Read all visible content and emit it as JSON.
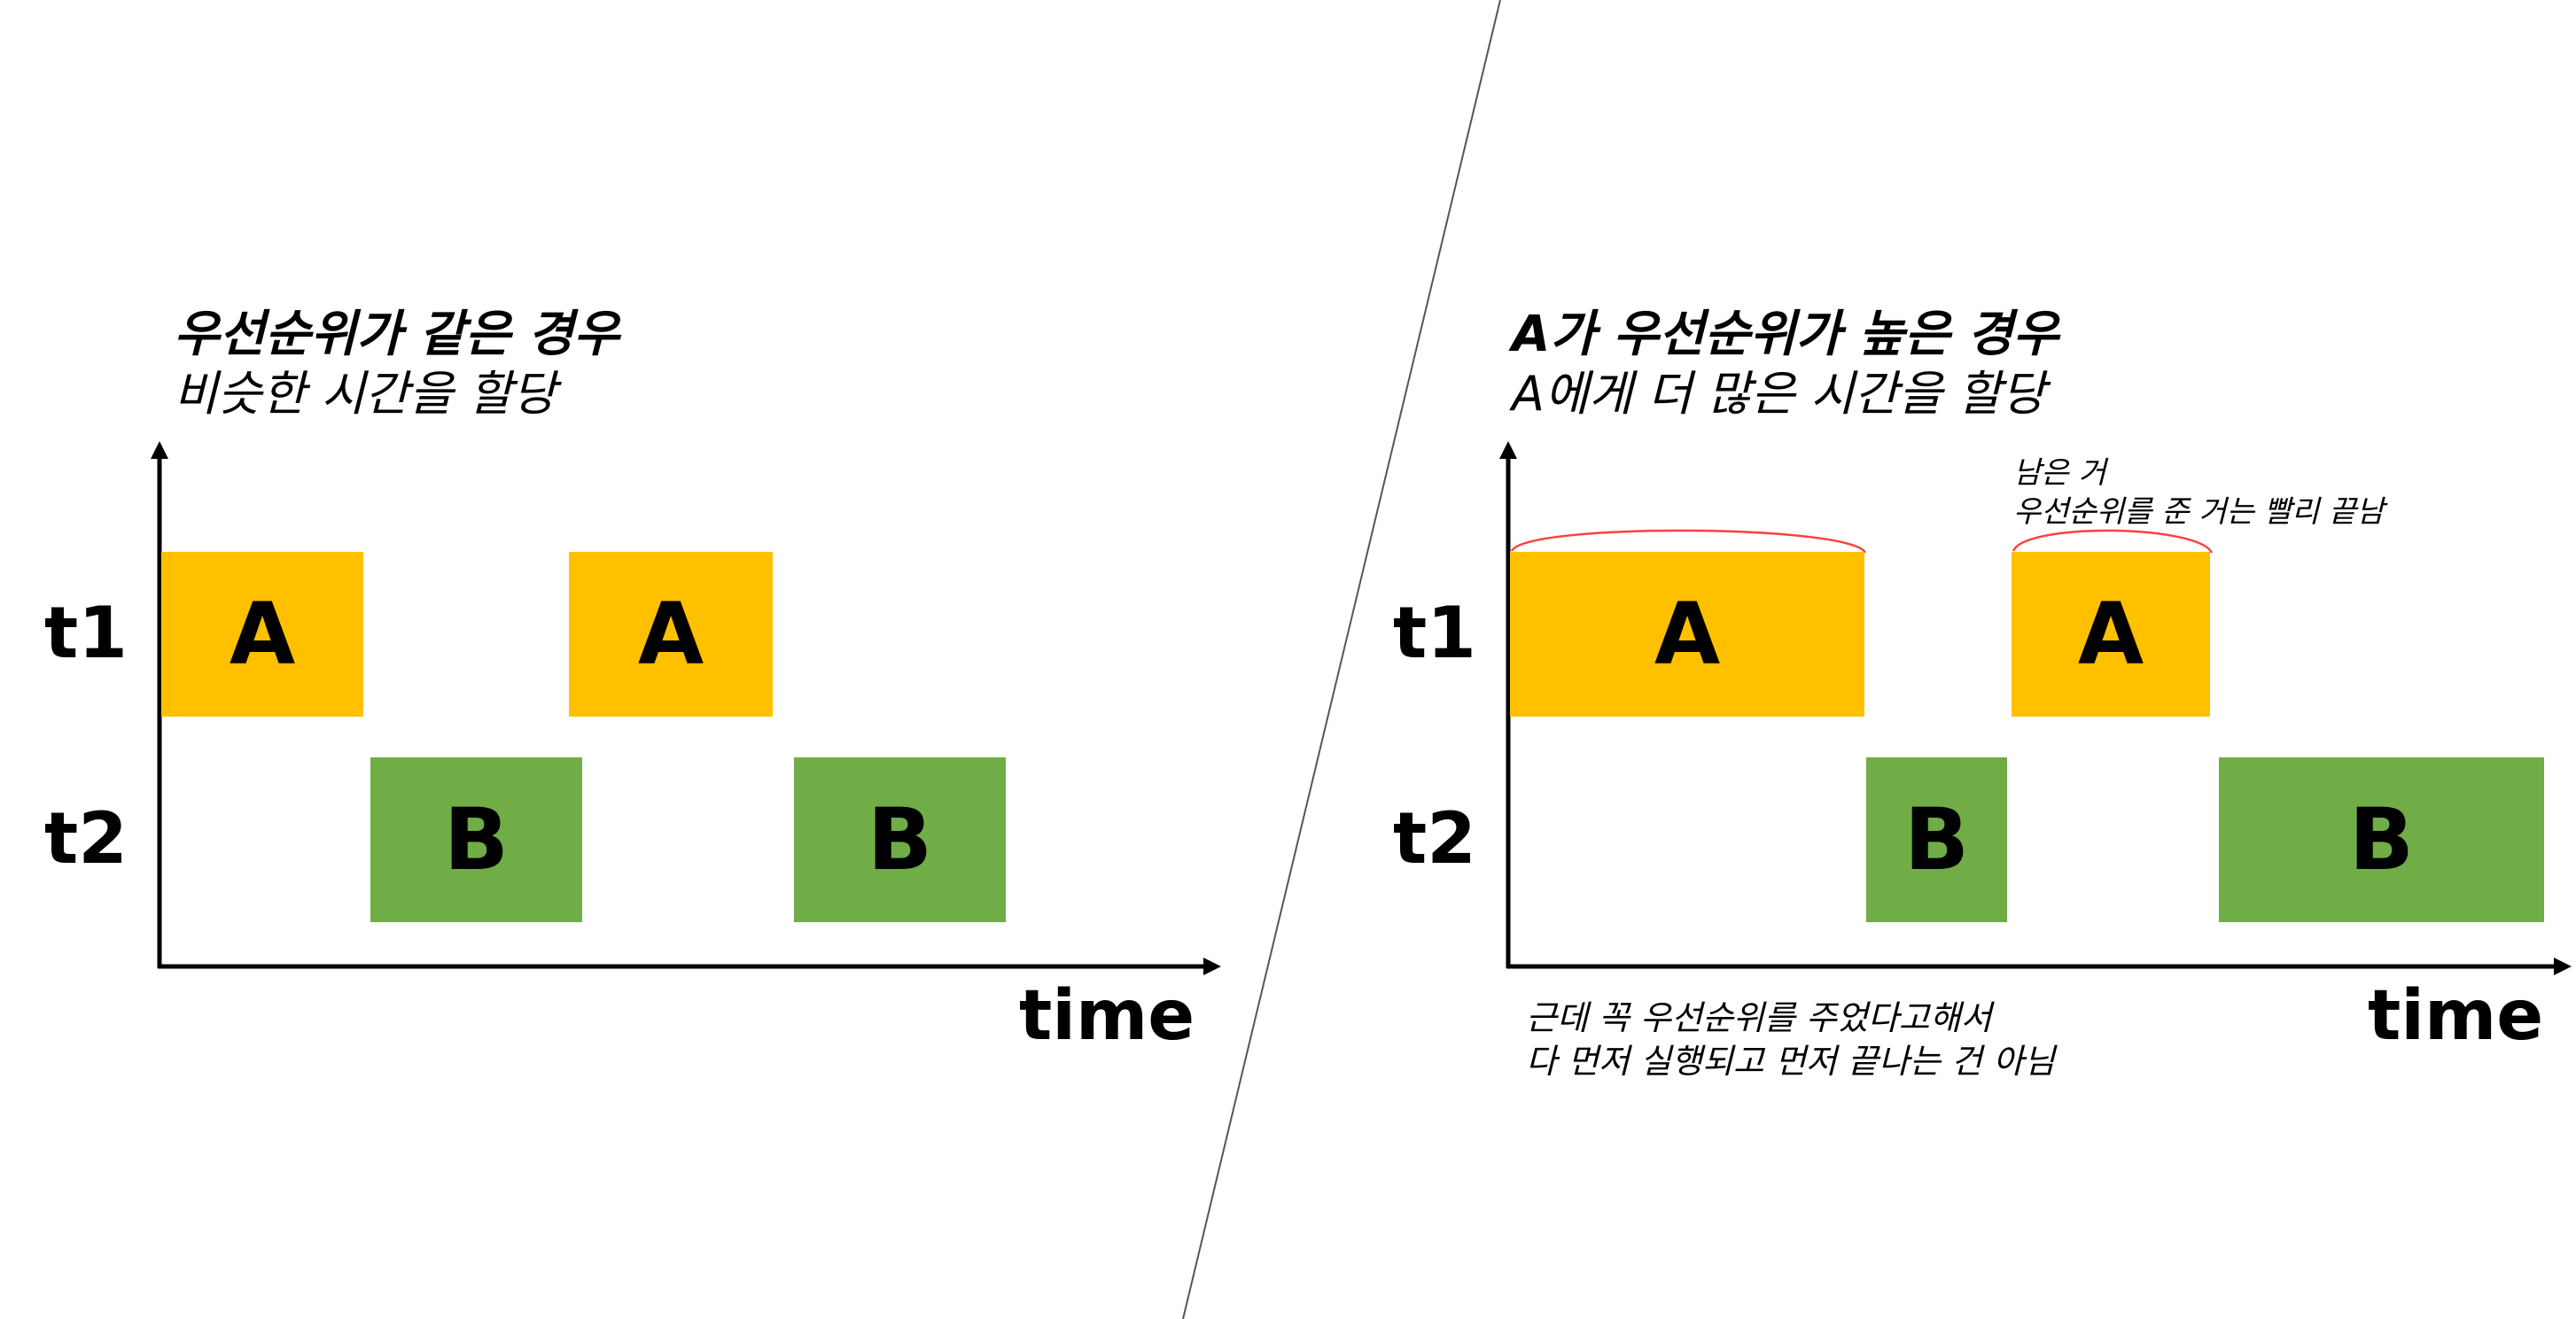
{
  "colors": {
    "task_a": "#FFC000",
    "task_b": "#70AD47",
    "annotation_arc": "#FF0000"
  },
  "left_panel": {
    "heading": "우선순위가 같은 경우",
    "subheading": "비슷한 시간을 할당",
    "row_labels": [
      "t1",
      "t2"
    ],
    "axis_label": "time",
    "blocks": [
      {
        "label": "A",
        "row": "t1"
      },
      {
        "label": "B",
        "row": "t2"
      },
      {
        "label": "A",
        "row": "t1"
      },
      {
        "label": "B",
        "row": "t2"
      }
    ]
  },
  "right_panel": {
    "heading": "A가 우선순위가 높은 경우",
    "subheading": "A에게 더 많은 시간을 할당",
    "row_labels": [
      "t1",
      "t2"
    ],
    "axis_label": "time",
    "blocks": [
      {
        "label": "A",
        "row": "t1"
      },
      {
        "label": "B",
        "row": "t2"
      },
      {
        "label": "A",
        "row": "t1"
      },
      {
        "label": "B",
        "row": "t2"
      }
    ],
    "note_top": [
      "남은 거",
      "우선순위를 준 거는 빨리 끝남"
    ],
    "note_bottom": [
      "근데 꼭 우선순위를 주었다고해서",
      "다 먼저 실행되고 먼저 끝나는 건 아님"
    ]
  }
}
